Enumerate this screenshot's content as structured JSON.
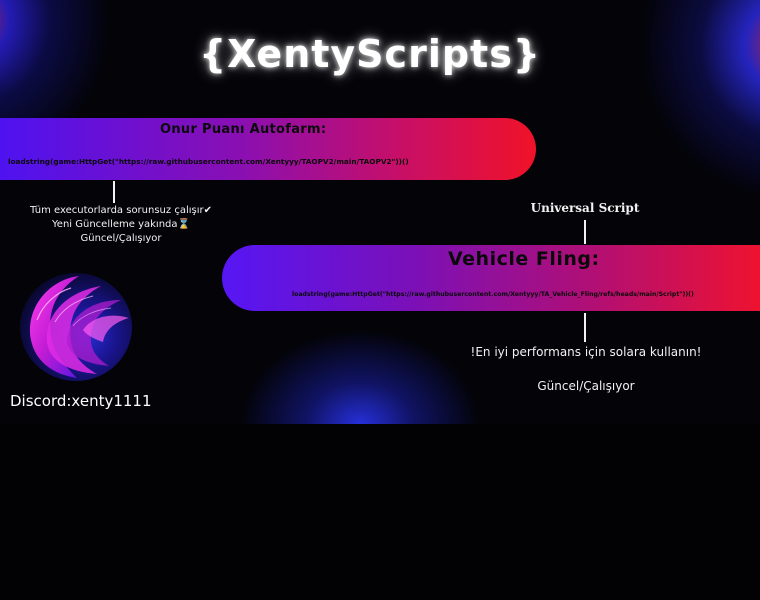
{
  "brand": {
    "title": "{XentyScripts}"
  },
  "scripts": [
    {
      "name": "Onur Puanı Autofarm:",
      "code": "loadstring(game:HttpGet(\"https://raw.githubusercontent.com/Xentyyy/TAOPV2/main/TAOPV2\"))()",
      "notes": [
        "Tüm executorlarda sorunsuz çalışır✔",
        "Yeni Güncelleme yakında⌛",
        "Güncel/Çalışıyor"
      ]
    },
    {
      "category": "Universal Script",
      "name": "Vehicle Fling:",
      "code": "loadstring(game:HttpGet(\"https://raw.githubusercontent.com/Xentyyy/TA_Vehicle_Fling/refs/heads/main/Script\"))()",
      "notes": [
        "!En iyi performans için solara kullanın!",
        "Güncel/Çalışıyor"
      ]
    }
  ],
  "contact": {
    "discord": "Discord:xenty1111"
  },
  "colors": {
    "background": "#020204",
    "banner_start": "#4e12f0",
    "banner_mid": "#8a0fb2",
    "banner_end": "#f01228",
    "text_dark": "#0a0a0a",
    "text_light": "#f2f2f2"
  },
  "icons": {
    "logo": "abstract-3d-sphere-logo"
  }
}
